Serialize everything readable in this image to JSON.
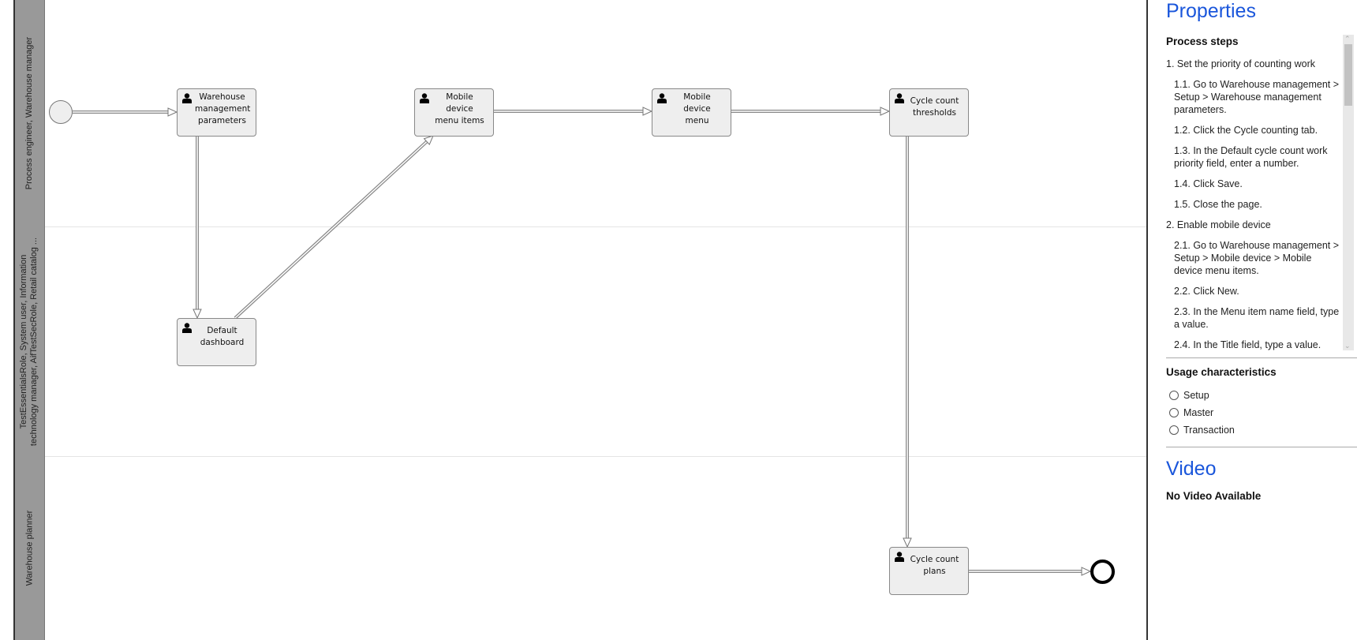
{
  "lanes": [
    {
      "label": "Process engineer, Warehouse manager"
    },
    {
      "label": "TestEssentialsRole, System user, Information\ntechnology manager, AifTestSecRole, Retail catalog ..."
    },
    {
      "label": "Warehouse planner"
    }
  ],
  "steps": [
    {
      "label": "Warehouse\nmanagement\nparameters",
      "icon": "person-icon"
    },
    {
      "label": "Default\ndashboard",
      "icon": "person-icon"
    },
    {
      "label": "Mobile\ndevice\nmenu items",
      "icon": "person-icon"
    },
    {
      "label": "Mobile\ndevice\nmenu",
      "icon": "person-icon"
    },
    {
      "label": "Cycle count\nthresholds",
      "icon": "person-icon"
    },
    {
      "label": "Cycle count\nplans",
      "icon": "person-icon"
    }
  ],
  "panel": {
    "title": "Properties",
    "process_steps_heading": "Process steps",
    "process_steps": [
      {
        "text": "1. Set the priority of counting work",
        "level": 0
      },
      {
        "text": "1.1. Go to Warehouse management > Setup > Warehouse management parameters.",
        "level": 1
      },
      {
        "text": "1.2. Click the Cycle counting tab.",
        "level": 1
      },
      {
        "text": "1.3. In the Default cycle count work priority field, enter a number.",
        "level": 1
      },
      {
        "text": "1.4. Click Save.",
        "level": 1
      },
      {
        "text": "1.5. Close the page.",
        "level": 1
      },
      {
        "text": "2. Enable mobile device",
        "level": 0
      },
      {
        "text": "2.1. Go to Warehouse management > Setup > Mobile device > Mobile device menu items.",
        "level": 1
      },
      {
        "text": "2.2. Click New.",
        "level": 1
      },
      {
        "text": "2.3. In the Menu item name field, type a value.",
        "level": 1
      },
      {
        "text": "2.4. In the Title field, type a value.",
        "level": 1
      }
    ],
    "usage_heading": "Usage characteristics",
    "usage_options": [
      "Setup",
      "Master",
      "Transaction"
    ],
    "video_title": "Video",
    "video_status": "No Video Available"
  },
  "colors": {
    "accent": "#1a56db",
    "lane_header": "#999999",
    "box_fill": "#eeeeee"
  }
}
